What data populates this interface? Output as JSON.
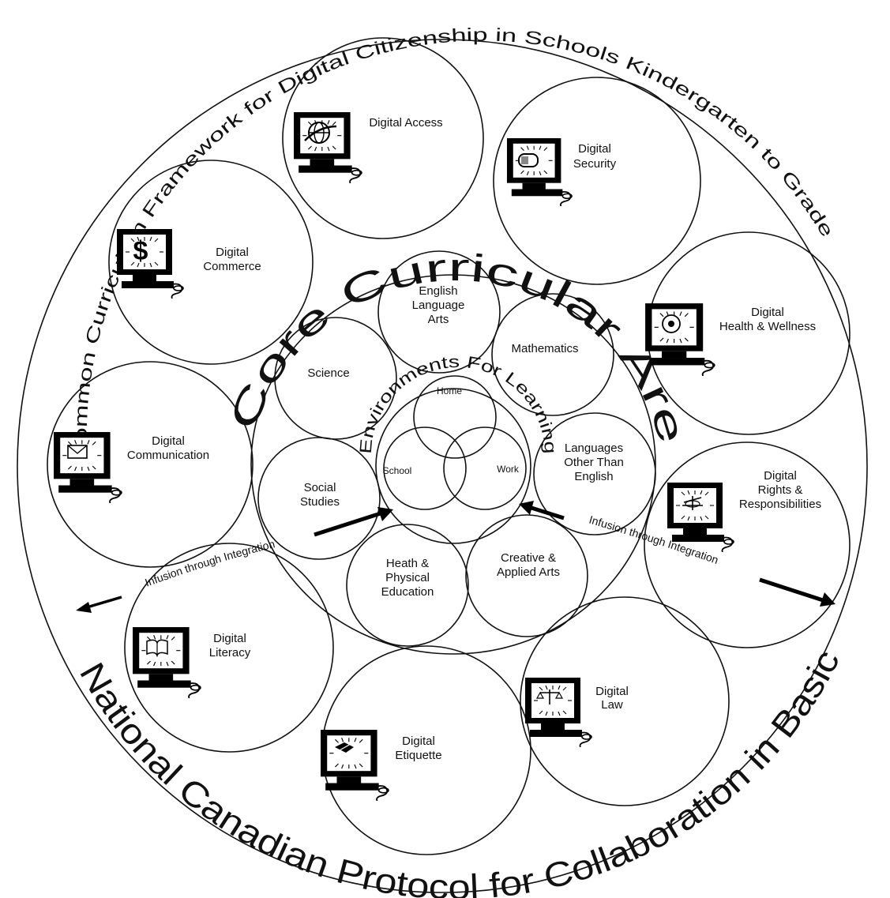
{
  "outer_title_top": "Common Curriculum Framework for Digital Citizenship in Schools Kindergarten to Grade 12",
  "outer_title_bottom": "National Canadian Protocol for Collaboration in Basic Education",
  "core_title": "Core Curricular Areas",
  "environments_title": "Environments For Learning",
  "infusion_left": "Infusion through Integration",
  "infusion_right": "Infusion through Integration",
  "digital_elements": {
    "access": [
      "Digital Access"
    ],
    "security": [
      "Digital",
      "Security"
    ],
    "commerce": [
      "Digital",
      "Commerce"
    ],
    "health": [
      "Digital",
      "Health & Wellness"
    ],
    "communication": [
      "Digital",
      "Communication"
    ],
    "rights": [
      "Digital",
      "Rights &",
      "Responsibilities"
    ],
    "literacy": [
      "Digital",
      "Literacy"
    ],
    "law": [
      "Digital",
      "Law"
    ],
    "etiquette": [
      "Digital",
      "Etiquette"
    ]
  },
  "icons": {
    "access": "globe-icon",
    "security": "lock-icon",
    "commerce": "dollar-icon",
    "health": "health-icon",
    "communication": "envelope-icon",
    "rights": "scales-rights-icon",
    "literacy": "book-icon",
    "law": "scales-icon",
    "etiquette": "handshake-icon"
  },
  "core_areas": {
    "ela": [
      "English",
      "Language",
      "Arts"
    ],
    "math": [
      "Mathematics"
    ],
    "science": [
      "Science"
    ],
    "lote": [
      "Languages",
      "Other Than",
      "English"
    ],
    "social": [
      "Social",
      "Studies"
    ],
    "arts": [
      "Creative &",
      "Applied Arts"
    ],
    "pe": [
      "Heath &",
      "Physical",
      "Education"
    ]
  },
  "environments": {
    "home": "Home",
    "school": "School",
    "work": "Work"
  }
}
